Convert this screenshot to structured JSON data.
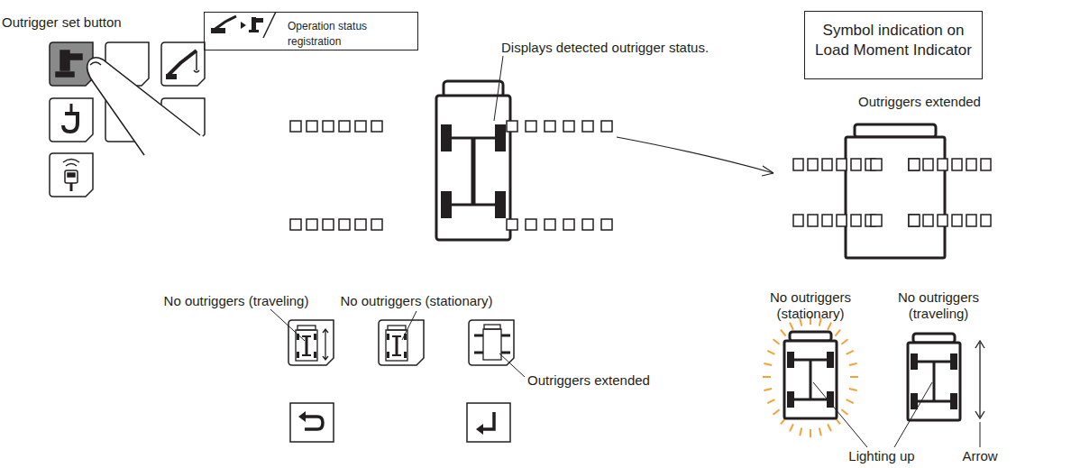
{
  "diagram": {
    "nodes": [
      {
        "text": [
          "Operation status registration"
        ]
      },
      {
        "text": [
          "Symbol indication on Load Moment Indicator"
        ]
      }
    ],
    "labels": [
      "Outrigger set button",
      "Displays detected outrigger status.",
      "Outriggers extended",
      "No outriggers (traveling)",
      "No outriggers (stationary)",
      "Outriggers extended",
      "No outriggers (stationary)",
      "No outriggers (traveling)",
      "Lighting up",
      "Arrow"
    ]
  }
}
